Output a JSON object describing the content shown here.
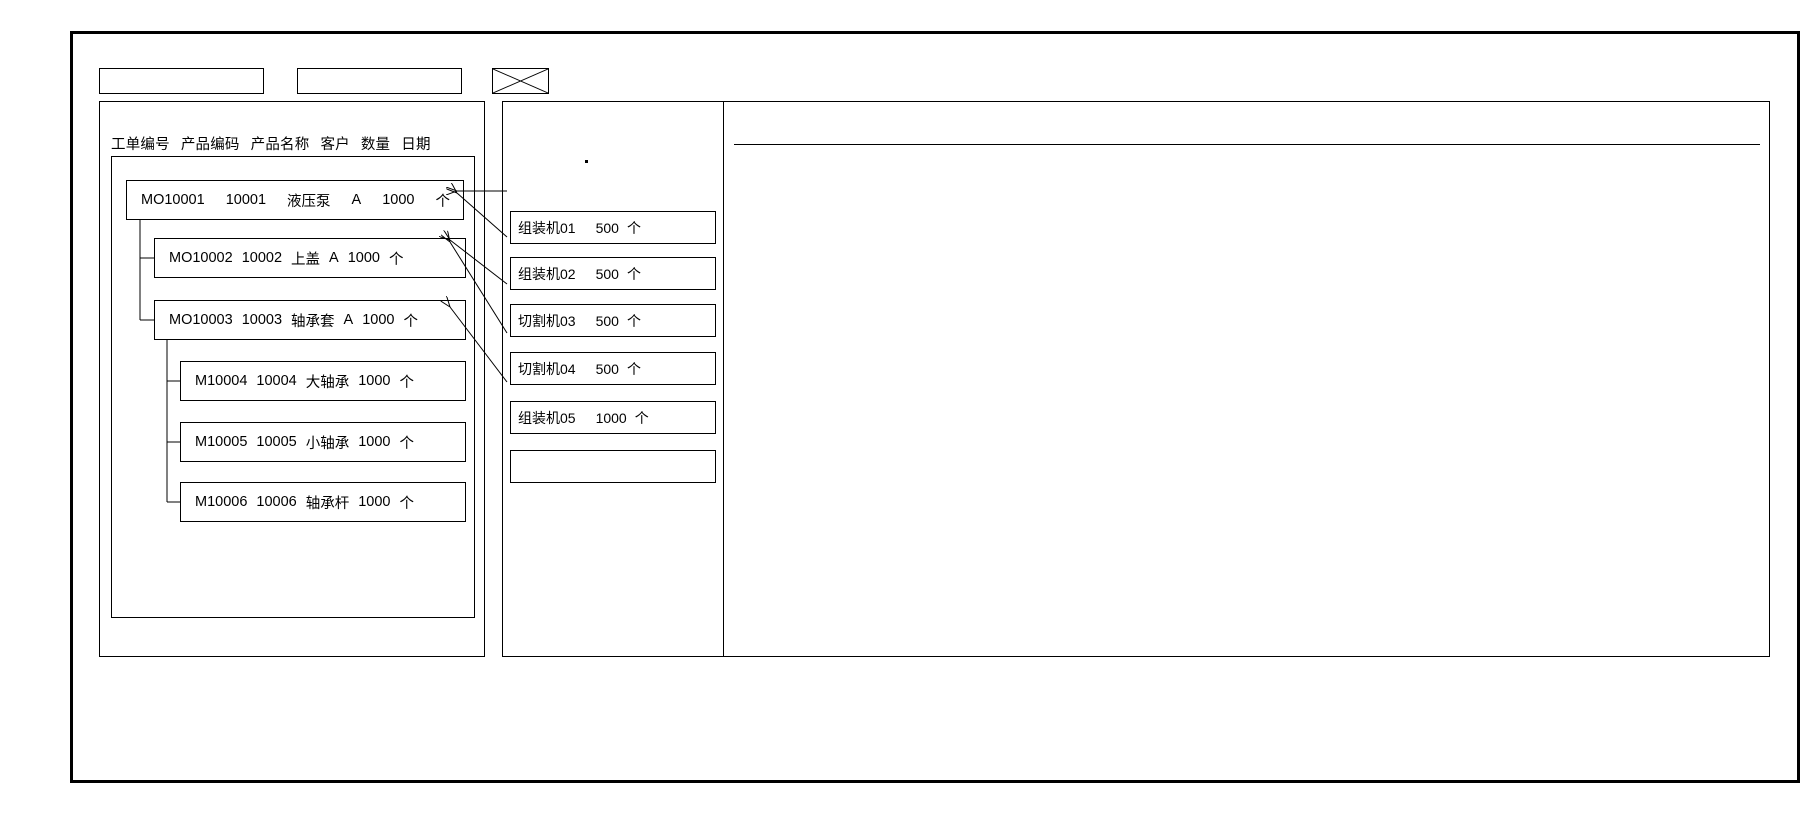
{
  "window": {
    "title": ""
  },
  "toolbar": {
    "field_1": {
      "value": "",
      "placeholder": ""
    },
    "field_2": {
      "value": "",
      "placeholder": ""
    },
    "image_placeholder": "image-placeholder-icon"
  },
  "left_panel": {
    "columns": [
      "工单编号",
      "产品编码",
      "产品名称",
      "客户",
      "数量",
      "日期"
    ],
    "rows": [
      {
        "level": 0,
        "order_no": "MO10001",
        "product_code": "10001",
        "product_name": "液压泵",
        "customer": "A",
        "quantity": "1000",
        "unit": "个",
        "date": ""
      },
      {
        "level": 1,
        "order_no": "MO10002",
        "product_code": "10002",
        "product_name": "上盖",
        "customer": "A",
        "quantity": "1000",
        "unit": "个",
        "date": ""
      },
      {
        "level": 1,
        "order_no": "MO10003",
        "product_code": "10003",
        "product_name": "轴承套",
        "customer": "A",
        "quantity": "1000",
        "unit": "个",
        "date": ""
      },
      {
        "level": 2,
        "order_no": "M10004",
        "product_code": "10004",
        "product_name": "大轴承",
        "customer": "",
        "quantity": "1000",
        "unit": "个",
        "date": ""
      },
      {
        "level": 2,
        "order_no": "M10005",
        "product_code": "10005",
        "product_name": "小轴承",
        "customer": "",
        "quantity": "1000",
        "unit": "个",
        "date": ""
      },
      {
        "level": 2,
        "order_no": "M10006",
        "product_code": "10006",
        "product_name": "轴承杆",
        "customer": "",
        "quantity": "1000",
        "unit": "个",
        "date": ""
      }
    ]
  },
  "middle_panel": {
    "cards": [
      {
        "machine": "组装机01",
        "quantity": "500",
        "unit": "个"
      },
      {
        "machine": "组装机02",
        "quantity": "500",
        "unit": "个"
      },
      {
        "machine": "切割机03",
        "quantity": "500",
        "unit": "个"
      },
      {
        "machine": "切割机04",
        "quantity": "500",
        "unit": "个"
      },
      {
        "machine": "组装机05",
        "quantity": "1000",
        "unit": "个"
      },
      {
        "machine": "",
        "quantity": "",
        "unit": ""
      }
    ]
  },
  "right_panel": {
    "content": ""
  },
  "colors": {
    "stroke": "#000000",
    "background": "#ffffff",
    "text": "#000000"
  }
}
